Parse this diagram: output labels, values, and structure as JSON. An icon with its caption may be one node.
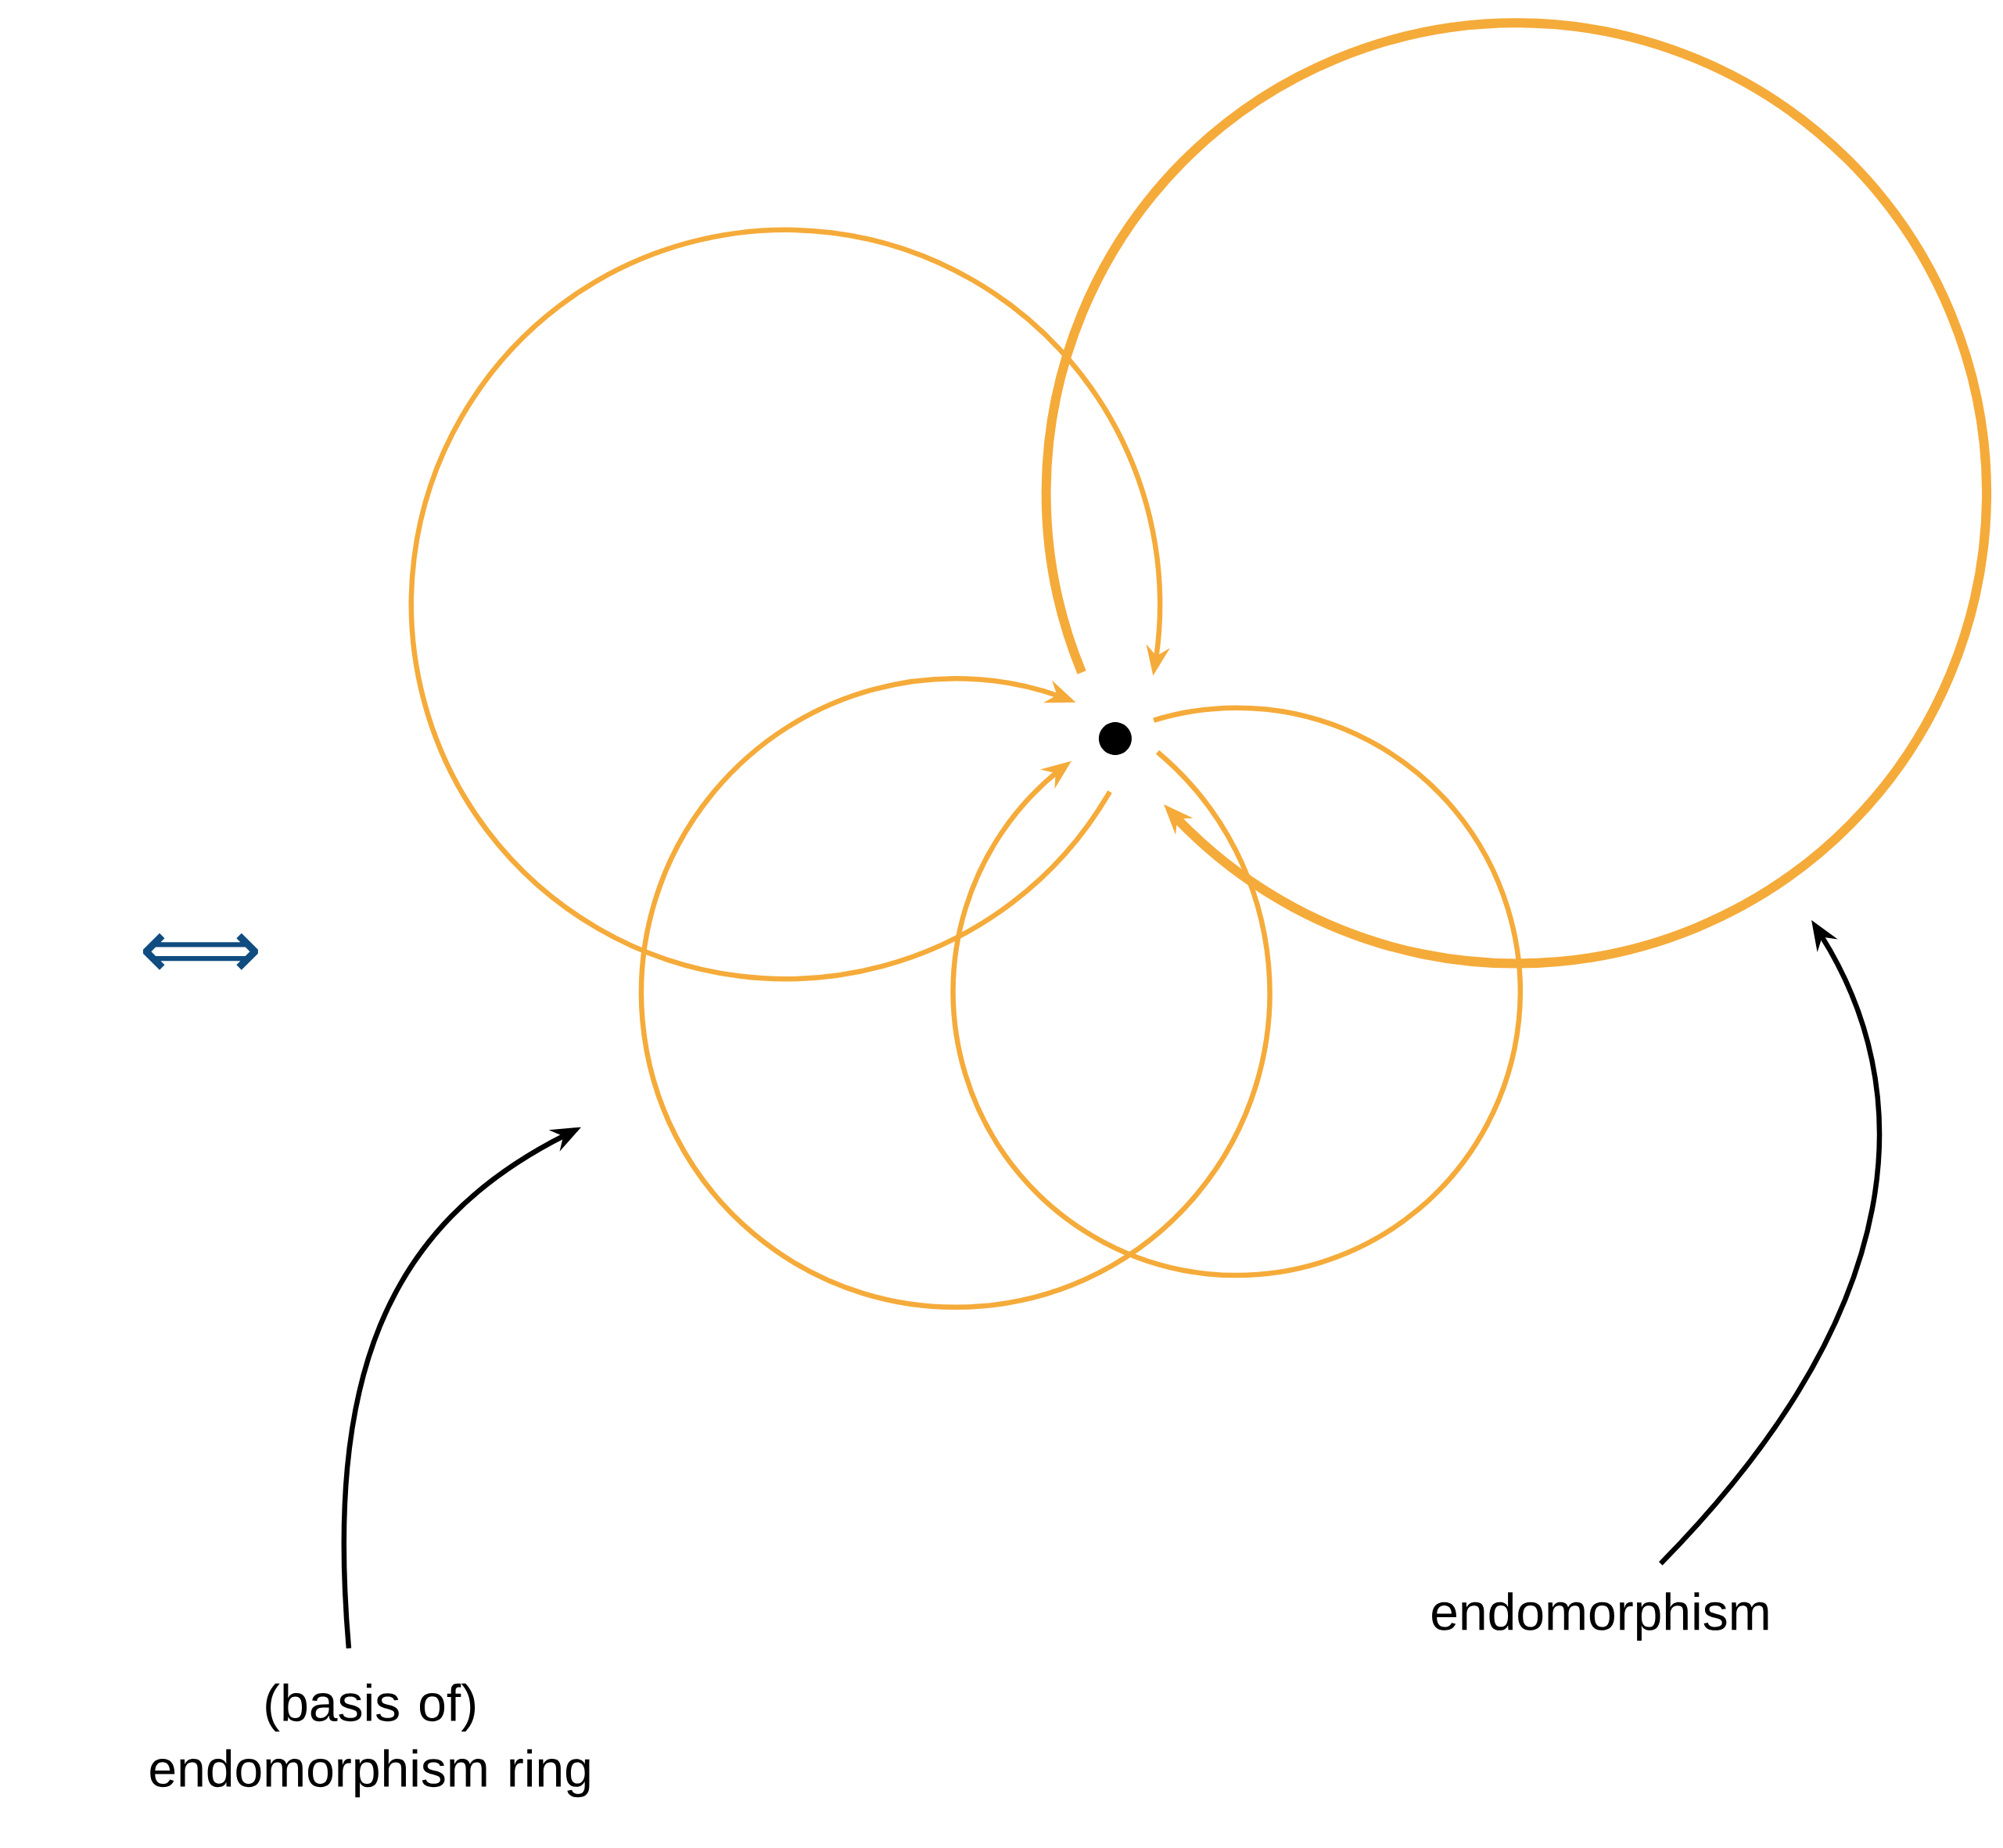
{
  "diagram": {
    "nodes": [
      {
        "text": [],
        "shape": "circle"
      },
      {
        "text": [
          "(basis of) endomorphism ring"
        ]
      },
      {
        "text": [
          "endomorphism"
        ]
      }
    ],
    "edges": [
      {
        "from": 0,
        "to": 0,
        "arrow": "to"
      },
      {
        "from": 0,
        "to": 0,
        "arrow": "to",
        "style": "thick"
      },
      {
        "from": 0,
        "to": 0,
        "arrow": "to"
      },
      {
        "from": 0,
        "to": 0,
        "arrow": "to"
      },
      {
        "from": 1,
        "to": null,
        "arrow": "to",
        "color": "#000000"
      },
      {
        "from": 2,
        "to": null,
        "arrow": "to",
        "color": "#000000"
      }
    ],
    "labels": [
      "⟺"
    ]
  }
}
